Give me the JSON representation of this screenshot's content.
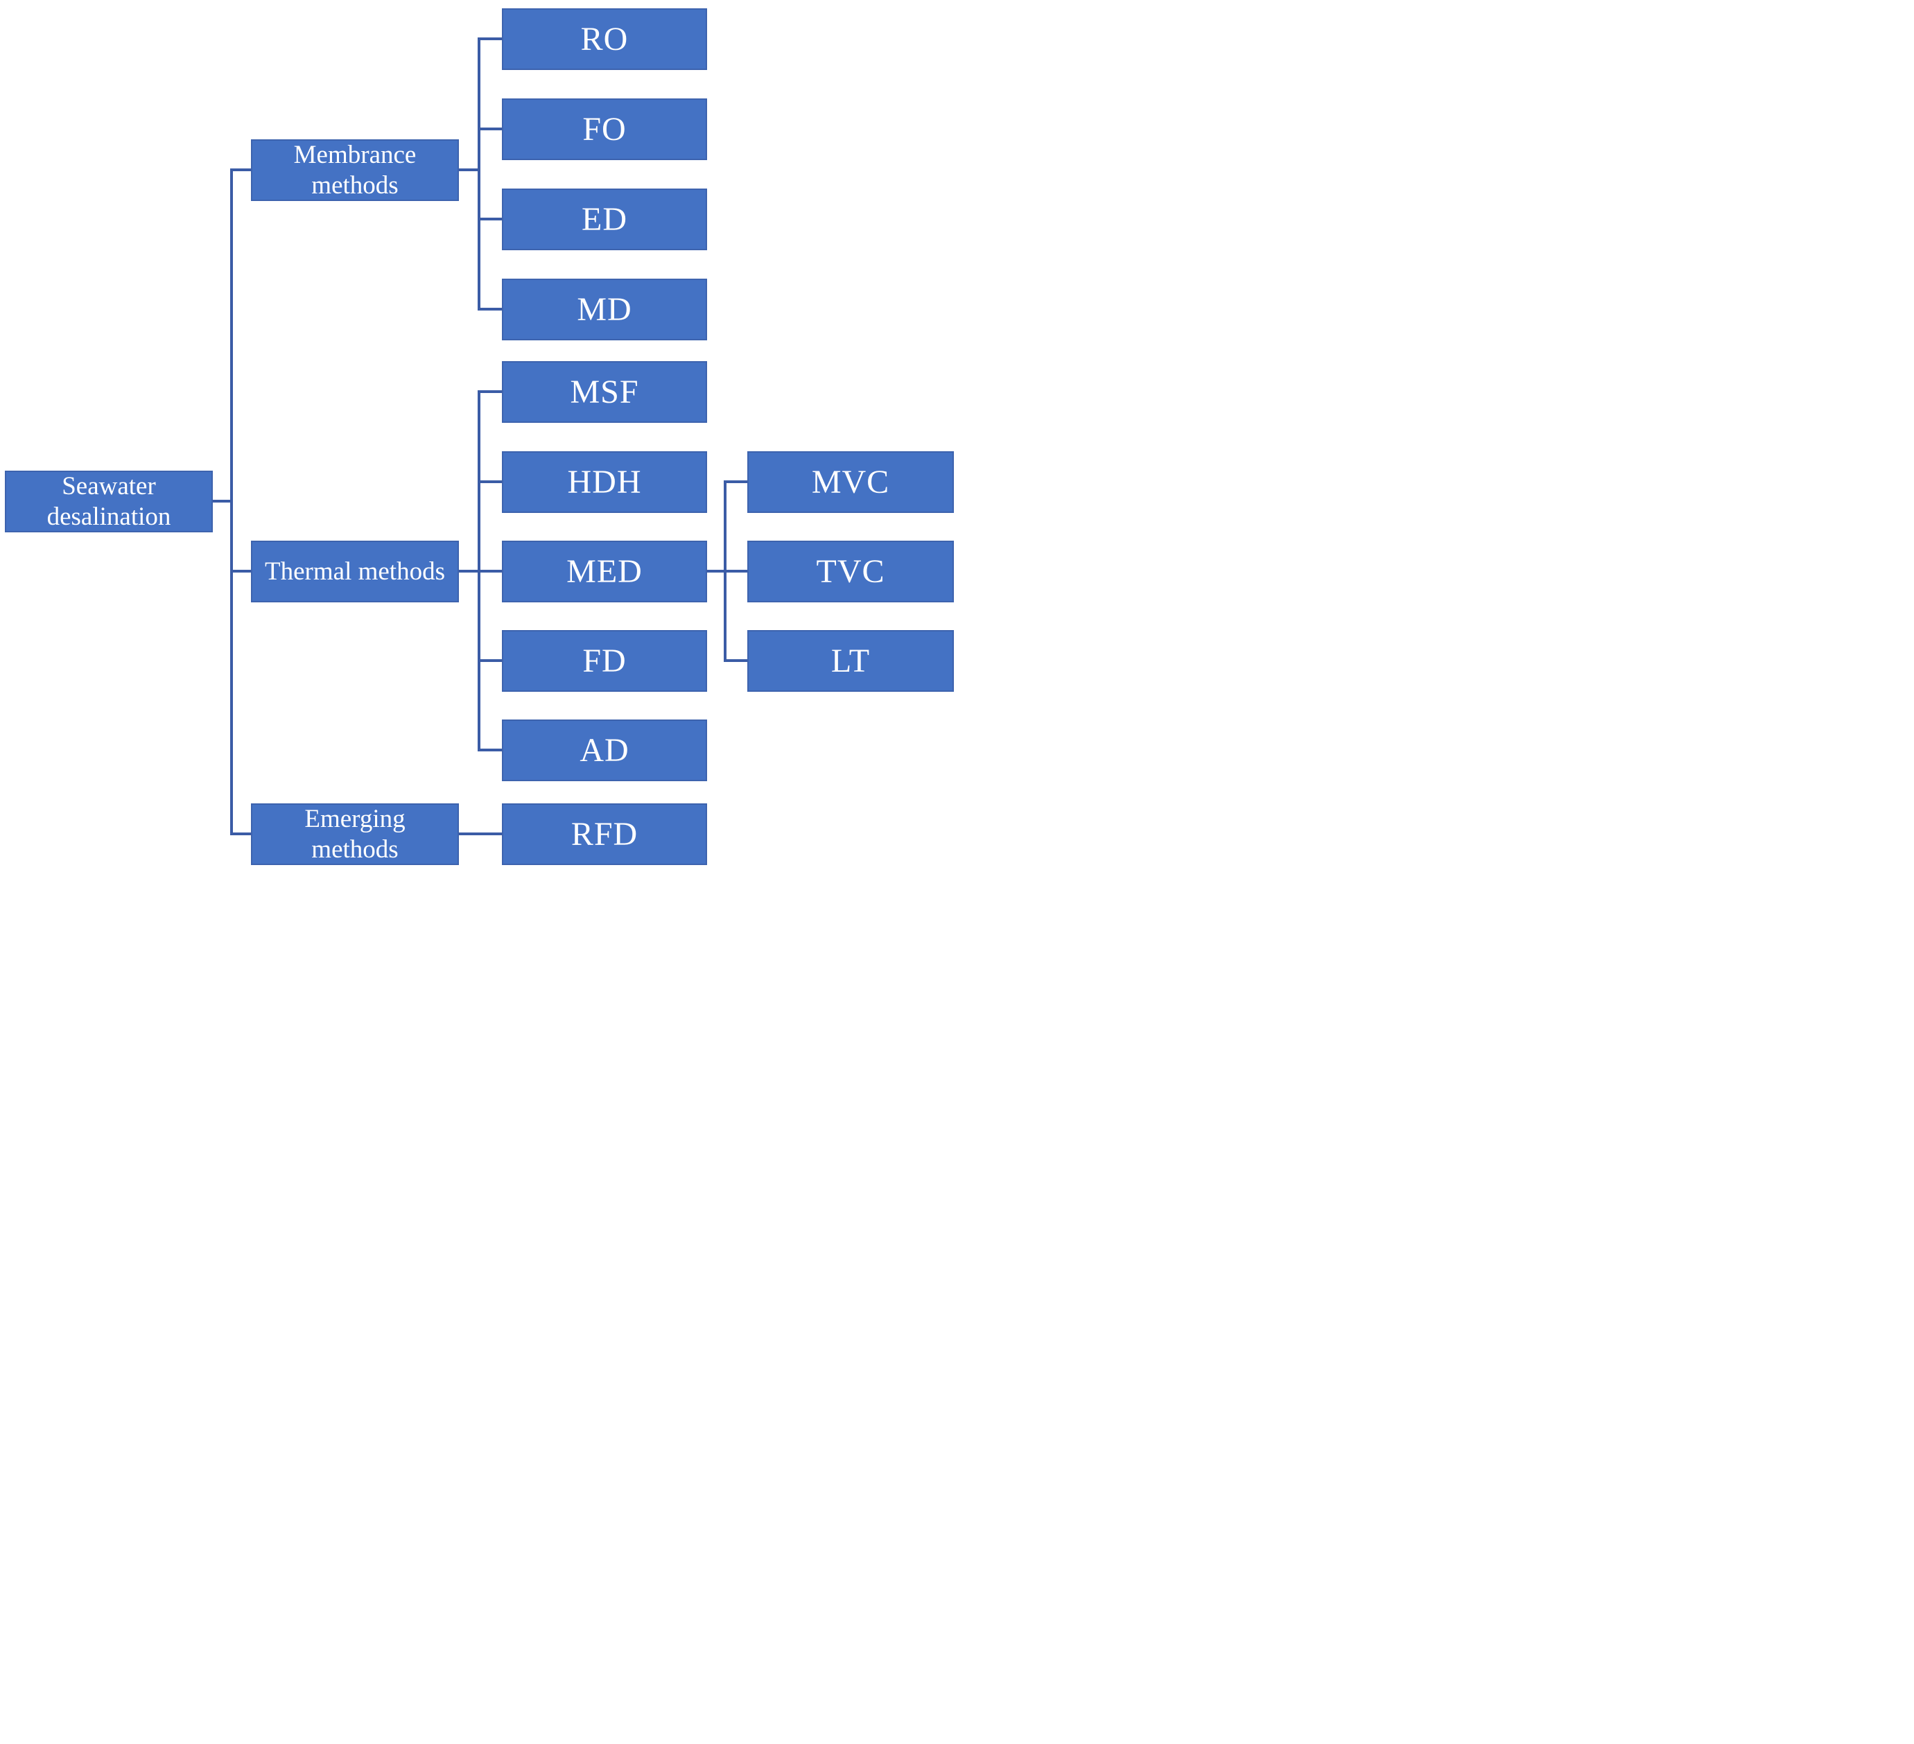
{
  "figure": {
    "type": "hierarchy-diagram",
    "background_color": "#ffffff",
    "box_fill_color": "#4472c4",
    "box_border_color": "#3d63ae",
    "connector_color": "#3b5ca6",
    "text_color": "#ffffff"
  },
  "nodes": {
    "root": {
      "label": "Seawater desalination",
      "lines": [
        "Seawater",
        "desalination"
      ]
    },
    "membrance": {
      "label": "Membrance methods",
      "lines": [
        "Membrance",
        "methods"
      ]
    },
    "thermal": {
      "label": "Thermal methods"
    },
    "emerging": {
      "label": "Emerging methods",
      "lines": [
        "Emerging",
        "methods"
      ]
    },
    "membrance_children": [
      "RO",
      "FO",
      "ED",
      "MD"
    ],
    "thermal_children": [
      "MSF",
      "HDH",
      "MED",
      "FD",
      "AD"
    ],
    "med_children": [
      "MVC",
      "TVC",
      "LT"
    ],
    "emerging_children": [
      "RFD"
    ]
  }
}
